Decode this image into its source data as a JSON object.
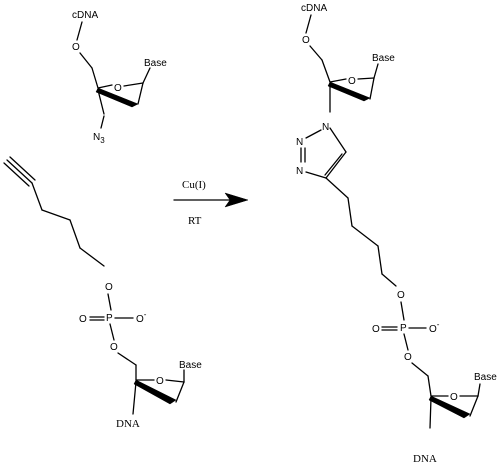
{
  "reactant_azide": {
    "cdna_label": "cDNA",
    "o_label": "O",
    "ring_o_label": "O",
    "base_label": "Base",
    "azide_label": "N",
    "azide_sub": "3"
  },
  "reactant_alkyne": {
    "o_label": "O",
    "p_label": "P",
    "dbl_o_label": "O",
    "anion_o_label": "O",
    "anion_charge": "-",
    "o_lower_label": "O",
    "o_sugar_label": "O",
    "ring_o_label": "O",
    "base_label": "Base",
    "dna_label": "DNA"
  },
  "conditions": {
    "catalyst": "Cu(I)",
    "temperature": "RT"
  },
  "product": {
    "cdna_label": "cDNA",
    "o_label": "O",
    "ring_o_label": "O",
    "base_label": "Base",
    "triazole_n1": "N",
    "triazole_n2": "N",
    "triazole_n3": "N",
    "o_label2": "O",
    "p_label": "P",
    "dbl_o_label": "O",
    "anion_o_label": "O",
    "anion_charge": "-",
    "o_lower_label": "O",
    "o_sugar_label": "O",
    "ring_o_label2": "O",
    "base_label2": "Base",
    "dna_label": "DNA"
  }
}
